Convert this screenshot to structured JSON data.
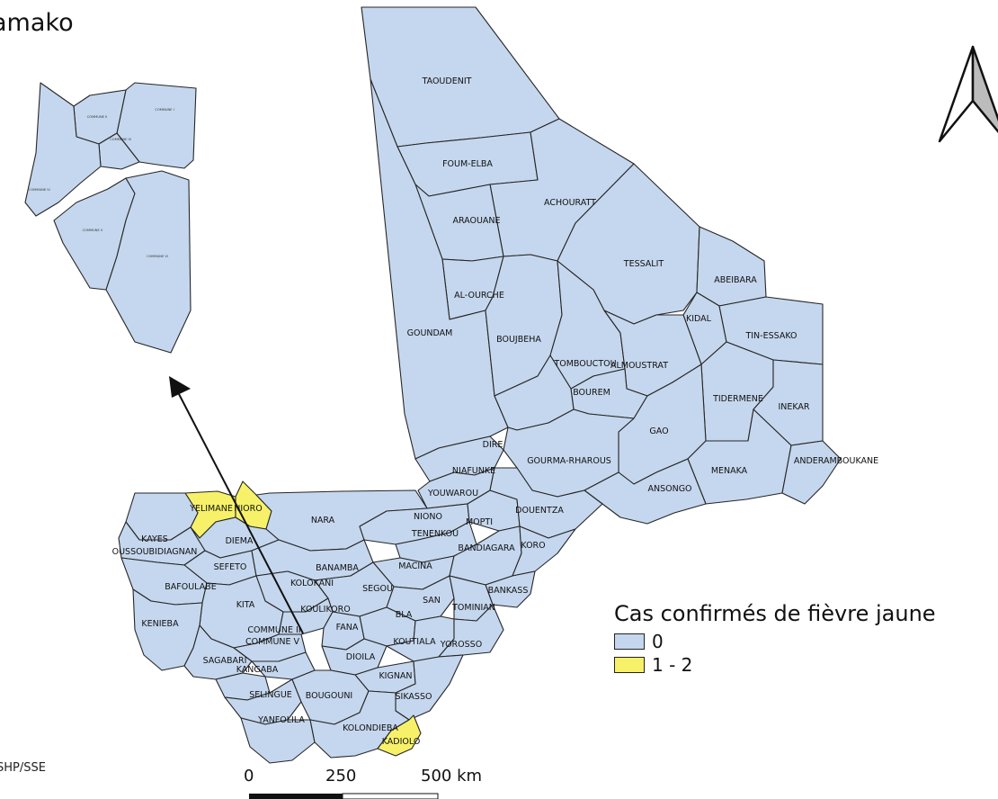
{
  "inset_title": "amako",
  "source_note": "SHP/SSE",
  "legend": {
    "title": "Cas confirmés de fièvre jaune",
    "items": [
      {
        "label": "0",
        "color": "#c5d7ee"
      },
      {
        "label": "1 - 2",
        "color": "#f7f16a"
      }
    ]
  },
  "scale_bar": {
    "labels": [
      "0",
      "250",
      "500 km"
    ]
  },
  "colors": {
    "fill_default": "#c5d7ee",
    "fill_highlight": "#f7f16a",
    "border": "#262626"
  },
  "north_arrow_icon": "north-arrow-icon",
  "district_labels": [
    "TAOUDENIT",
    "FOUM-ELBA",
    "ACHOURATT",
    "ARAOUANE",
    "TESSALIT",
    "ABEIBARA",
    "AL-OURCHE",
    "GOUNDAM",
    "BOUJBEHA",
    "KIDAL",
    "TIN-ESSAKO",
    "TOMBOUCTOU",
    "ALMOUSTRAT",
    "BOUREM",
    "TIDERMENE",
    "INEKAR",
    "GAO",
    "DIRE",
    "GOURMA-RHAROUS",
    "MENAKA",
    "ANDERAMBOUKANE",
    "NIAFUNKE",
    "ANSONGO",
    "YOUWAROU",
    "YELIMANE",
    "NIORO",
    "NARA",
    "NIONO",
    "MOPTI",
    "DOUENTZA",
    "KAYES",
    "DIEMA",
    "TENENKOU",
    "OUSSOUBIDIAGNAN",
    "SEFETO",
    "BANAMBA",
    "MACINA",
    "BANDIAGARA",
    "KORO",
    "BAFOULABE",
    "KOLOKANI",
    "SEGOU",
    "BANKASS",
    "SAN",
    "KITA",
    "KOULIKORO",
    "TOMINIAN",
    "KENIEBA",
    "COMMUNE II",
    "BLA",
    "COMMUNE V",
    "FANA",
    "KOUTIALA",
    "YOROSSO",
    "SAGABARI",
    "DIOILA",
    "KANGABA",
    "KIGNAN",
    "SELINGUE",
    "SIKASSO",
    "BOUGOUNI",
    "YANFOLILA",
    "KOLONDIEBA",
    "KADIOLO"
  ],
  "inset_labels": [
    "COMMUNE I",
    "COMMUNE II",
    "COMMUNE III",
    "COMMUNE IV",
    "COMMUNE V",
    "COMMUNE VI"
  ]
}
